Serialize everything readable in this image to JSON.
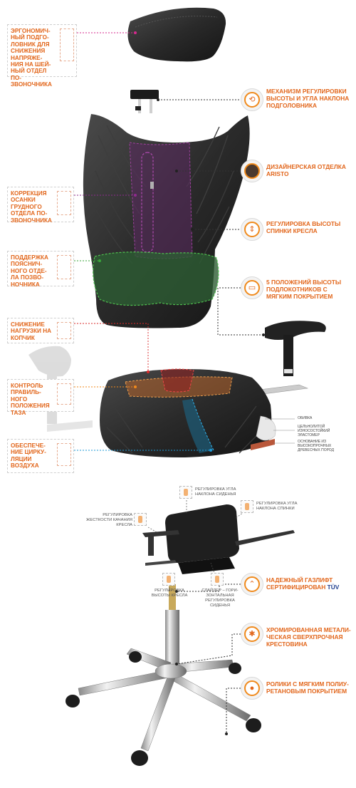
{
  "colors": {
    "accent_orange": "#e2661b",
    "lead_magenta": "#d62a8e",
    "lead_purple": "#8e2b8e",
    "lead_green": "#3aa63a",
    "lead_red": "#d92a2a",
    "lead_orange": "#f08a1c",
    "lead_blue": "#1e9ad6",
    "tuv_blue": "#1d3d8e"
  },
  "left_labels": {
    "headrest": "ЭРГОНОМИЧ-НЫЙ ПОДГО-ЛОВНИК ДЛЯ СНИЖЕНИЯ НАПРЯЖЕ-НИЯ НА ШЕЙ-НЫЙ ОТДЕЛ ПО-ЗВОНОЧНИКА",
    "thoracic": "КОРРЕКЦИЯ ОСАНКИ ГРУДНОГО ОТДЕЛА ПО-ЗВОНОЧНИКА",
    "lumbar": "ПОДДЕРЖКА ПОЯСНИЧ-НОГО ОТДЕ-ЛА ПОЗВО-НОЧНИКА",
    "coccyx": "СНИЖЕНИЕ НАГРУЗКИ НА КОПЧИК",
    "pelvis": "КОНТРОЛЬ ПРАВИЛЬ-НОГО ПОЛОЖЕНИЯ ТАЗА",
    "air": "ОБЕСПЕЧЕ-НИЕ ЦИРКУ-ЛЯЦИИ ВОЗДУХА"
  },
  "right_labels": {
    "headrest_mech": "МЕХАНИЗМ РЕГУЛИРОВКИ ВЫСОТЫ И УГЛА НАКЛОНА ПОДГОЛОВНИКА",
    "aristo": "ДИЗАЙНЕРСКАЯ ОТДЕЛКА ARISTO",
    "back_height": "РЕГУЛИРОВКА ВЫСОТЫ СПИНКИ КРЕСЛА",
    "armrests": "5 ПОЛОЖЕНИЙ ВЫСОТЫ ПОДЛОКОТНИКОВ С МЯГКИМ ПОКРЫТИЕМ",
    "gaslift_main": "НАДЕЖНЫЙ ГАЗЛИФТ СЕРТИФИЦИРОВАН",
    "gaslift_tuv": "TÜV",
    "crosspiece": "ХРОМИРОВАННАЯ МЕТАЛИ-ЧЕСКАЯ СВЕРХПРОЧНАЯ КРЕСТОВИНА",
    "casters": "РОЛИКИ С МЯГКИМ ПОЛИУ-РЕТАНОВЫМ ПОКРЫТИЕМ"
  },
  "seat_layers": {
    "cover": "ОБИВКА",
    "foam": "ЦЕЛЬНОЛИТОЙ ИЗНОСОСТОЙКИЙ ЭЛАСТОМЕР",
    "base": "ОСНОВАНИЕ ИЗ ВЫСОКОПРОЧНЫХ ДРЕВЕСНЫХ ПОРОД"
  },
  "mechanism_labels": {
    "seat_tilt": "РЕГУЛИРОВКА УГЛА НАКЛОНА СИДЕНЬЯ",
    "back_tilt": "РЕГУЛИРОВКА УГЛА НАКЛОНА СПИНКИ",
    "swing_stiffness": "РЕГУЛИРОВКА ЖЕСТКОСТИ КАЧАНИЯ КРЕСЛА",
    "seat_height": "РЕГУЛИРОВКА ВЫСОТЫ КРЕСЛА",
    "slider": "СЛАЙДЕР – ГОРИ-ЗОНТАЛЬНАЯ РЕГУЛИРОВКА СИДЕНЬЯ"
  },
  "icons": {
    "headrest_mech": "headrest-adjust-icon",
    "aristo": "fabric-swatch-icon",
    "back_height": "back-height-icon",
    "armrests": "armrest-icon",
    "gaslift": "gaslift-icon",
    "crosspiece": "crosspiece-icon",
    "casters": "caster-icon"
  }
}
